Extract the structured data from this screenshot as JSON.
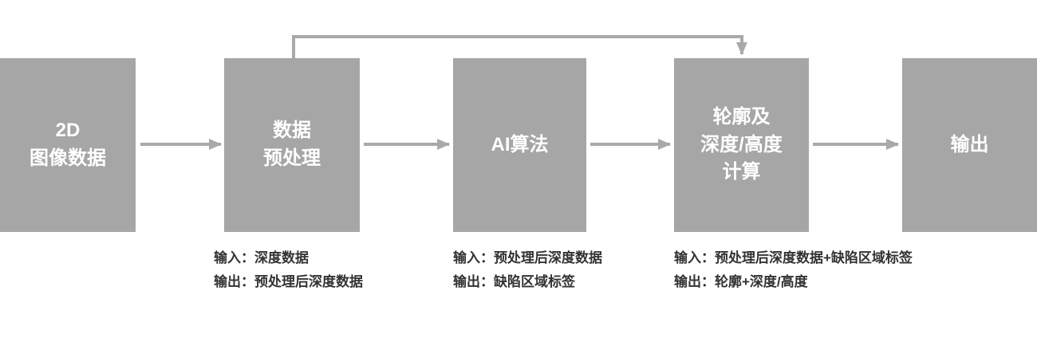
{
  "diagram": {
    "nodes": [
      {
        "label": "2D\n图像数据"
      },
      {
        "label": "数据\n预处理"
      },
      {
        "label": "AI算法"
      },
      {
        "label": "轮廓及\n深度/高度\n计算"
      },
      {
        "label": "输出"
      }
    ],
    "annotations": [
      {
        "input": "输入：深度数据",
        "output": "输出：预处理后深度数据"
      },
      {
        "input": "输入：预处理后深度数据",
        "output": "输出：缺陷区域标签"
      },
      {
        "input": "输入：预处理后深度数据+缺陷区域标签",
        "output": "输出：轮廓+深度/高度"
      }
    ]
  },
  "colors": {
    "box_fill": "#a6a6a6",
    "box_text": "#ffffff",
    "arrow": "#a9a9a9",
    "annotation_text": "#333333"
  }
}
